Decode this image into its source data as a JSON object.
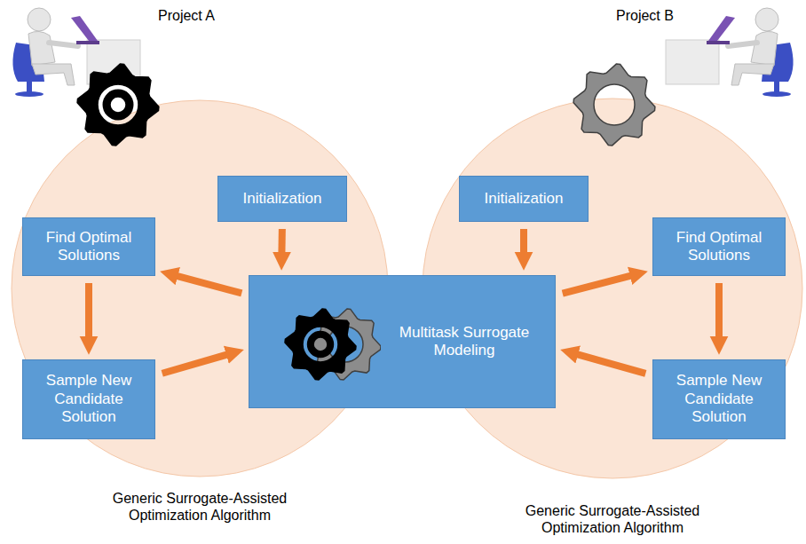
{
  "diagram": {
    "nodes": [
      {
        "text": [
          "Initialization"
        ]
      },
      {
        "text": [
          "Initialization"
        ]
      },
      {
        "text": [
          "Find Optimal Solutions"
        ]
      },
      {
        "text": [
          "Find Optimal Solutions"
        ]
      },
      {
        "text": [
          "Multitask Surrogate Modeling"
        ]
      },
      {
        "text": [
          "Sample New Candidate Solution"
        ]
      },
      {
        "text": [
          "Sample New Candidate Solution"
        ]
      }
    ],
    "edges": [
      {
        "from": 0,
        "to": 4,
        "arrow": "to"
      },
      {
        "from": 4,
        "to": 2,
        "arrow": "to"
      },
      {
        "from": 2,
        "to": 5,
        "arrow": "to"
      },
      {
        "from": 5,
        "to": 4,
        "arrow": "to"
      },
      {
        "from": 1,
        "to": 4,
        "arrow": "to"
      },
      {
        "from": 4,
        "to": 3,
        "arrow": "to"
      },
      {
        "from": 3,
        "to": 6,
        "arrow": "to"
      },
      {
        "from": 6,
        "to": 4,
        "arrow": "to"
      }
    ],
    "labels": [
      "Project A",
      "Project B",
      "Generic Surrogate-Assisted Optimization Algorithm",
      "Generic Surrogate-Assisted Optimization Algorithm"
    ]
  }
}
